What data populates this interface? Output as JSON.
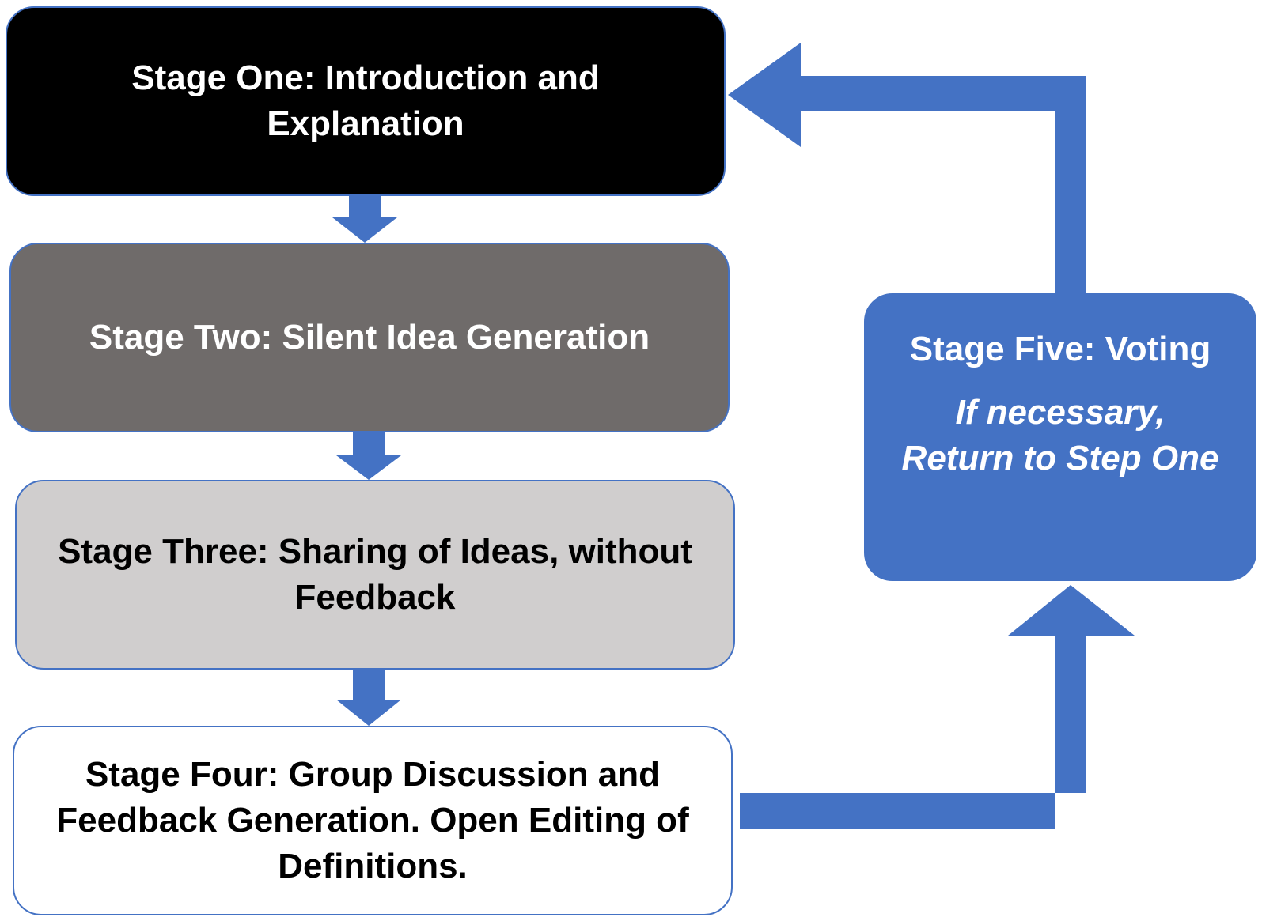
{
  "stages": {
    "one": "Stage One: Introduction and Explanation",
    "two": "Stage Two: Silent Idea Generation",
    "three": "Stage Three: Sharing of Ideas, without Feedback",
    "four": "Stage Four: Group Discussion and Feedback Generation. Open Editing of Definitions.",
    "five": {
      "title": "Stage Five: Voting",
      "note": "If necessary, Return to Step One"
    }
  },
  "colors": {
    "arrow": "#4472c4",
    "stage_one_fill": "#000000",
    "stage_two_fill": "#6f6b6a",
    "stage_three_fill": "#d0cece",
    "stage_four_fill": "#ffffff",
    "stage_five_fill": "#4472c4"
  }
}
